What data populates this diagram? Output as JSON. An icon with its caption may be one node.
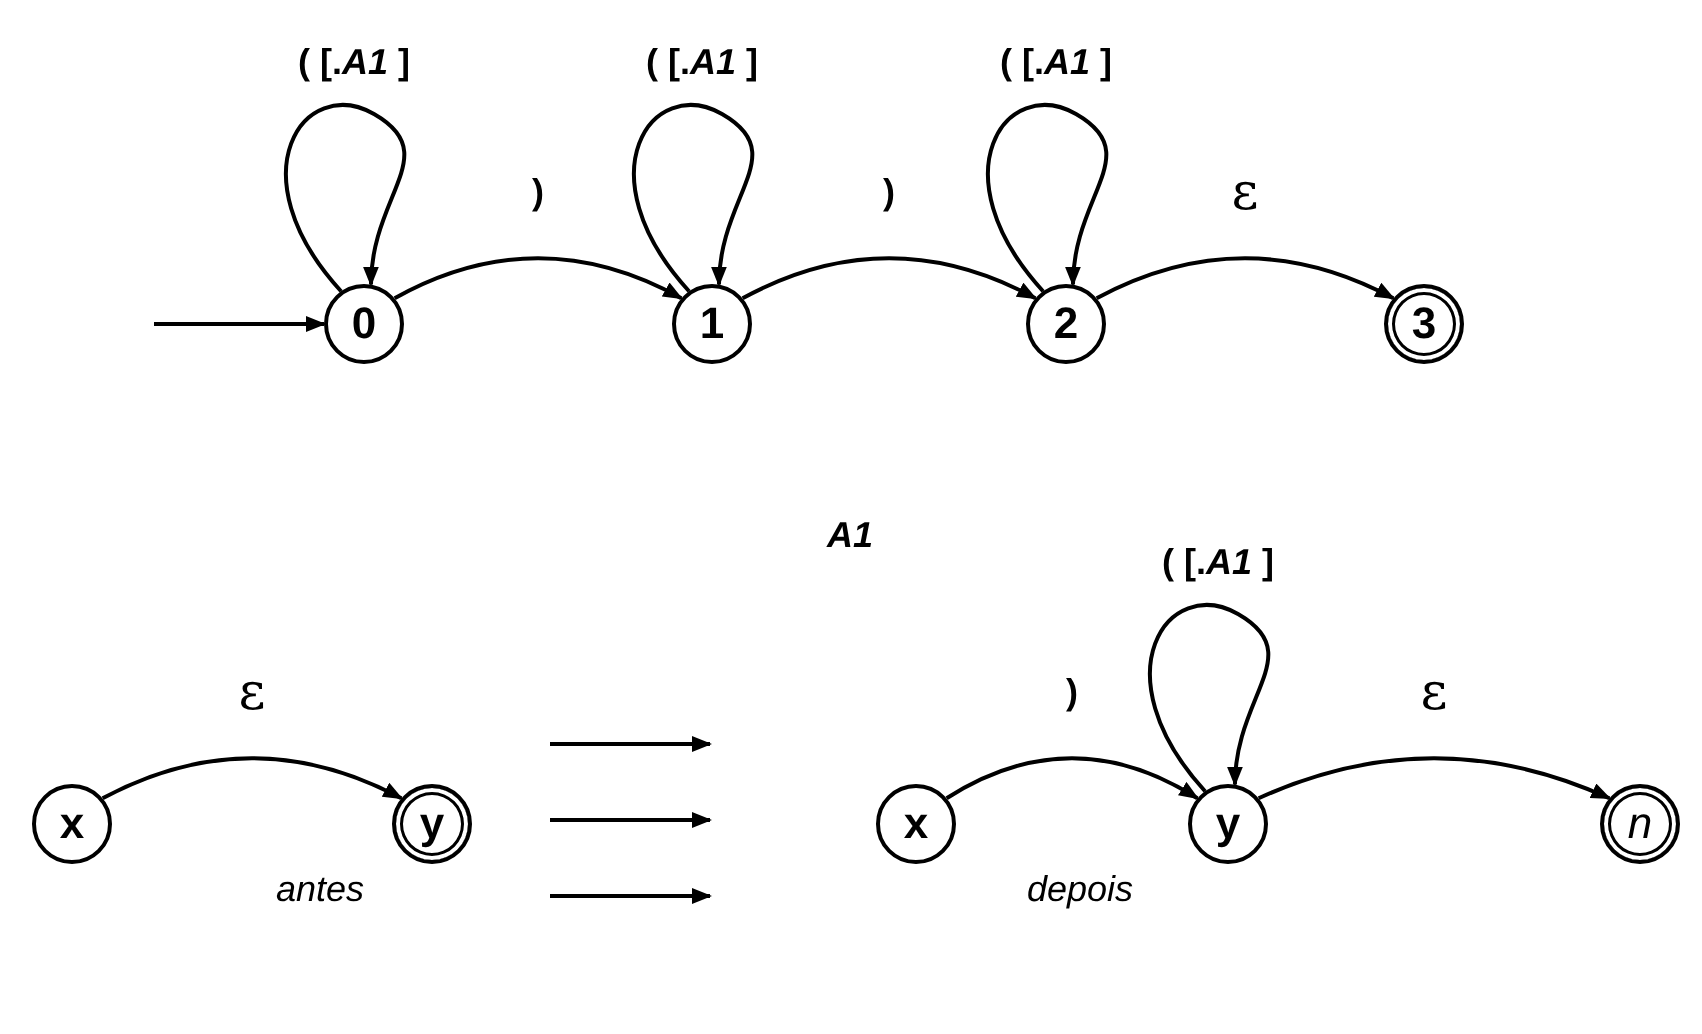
{
  "diagram": {
    "nodes": [
      {
        "text": [
          "0"
        ]
      },
      {
        "text": [
          "1"
        ]
      },
      {
        "text": [
          "2"
        ]
      },
      {
        "text": [
          "3"
        ]
      },
      {
        "text": [
          "x"
        ]
      },
      {
        "text": [
          "y"
        ]
      },
      {
        "text": [
          "x"
        ]
      },
      {
        "text": [
          "y"
        ]
      },
      {
        "text": [
          "n"
        ]
      }
    ],
    "edges": [
      {
        "from": null,
        "to": 0,
        "arrow": "to"
      },
      {
        "from": 0,
        "to": 0,
        "arrow": "to",
        "label": "( [.*A1* ]"
      },
      {
        "from": 0,
        "to": 1,
        "arrow": "to",
        "label": ")"
      },
      {
        "from": 1,
        "to": 1,
        "arrow": "to",
        "label": "( [.*A1* ]"
      },
      {
        "from": 1,
        "to": 2,
        "arrow": "to",
        "label": ")"
      },
      {
        "from": 2,
        "to": 2,
        "arrow": "to",
        "label": "( [.*A1* ]"
      },
      {
        "from": 2,
        "to": 3,
        "arrow": "to",
        "label": "ε"
      },
      {
        "from": 4,
        "to": 5,
        "arrow": "to",
        "label": "ε"
      },
      {
        "from": 6,
        "to": 7,
        "arrow": "to",
        "label": ")"
      },
      {
        "from": 7,
        "to": 7,
        "arrow": "to",
        "label": "( [.*A1* ]"
      },
      {
        "from": 7,
        "to": 8,
        "arrow": "to",
        "label": "ε"
      }
    ],
    "labels": [
      "A1",
      "antes",
      "depois"
    ]
  }
}
